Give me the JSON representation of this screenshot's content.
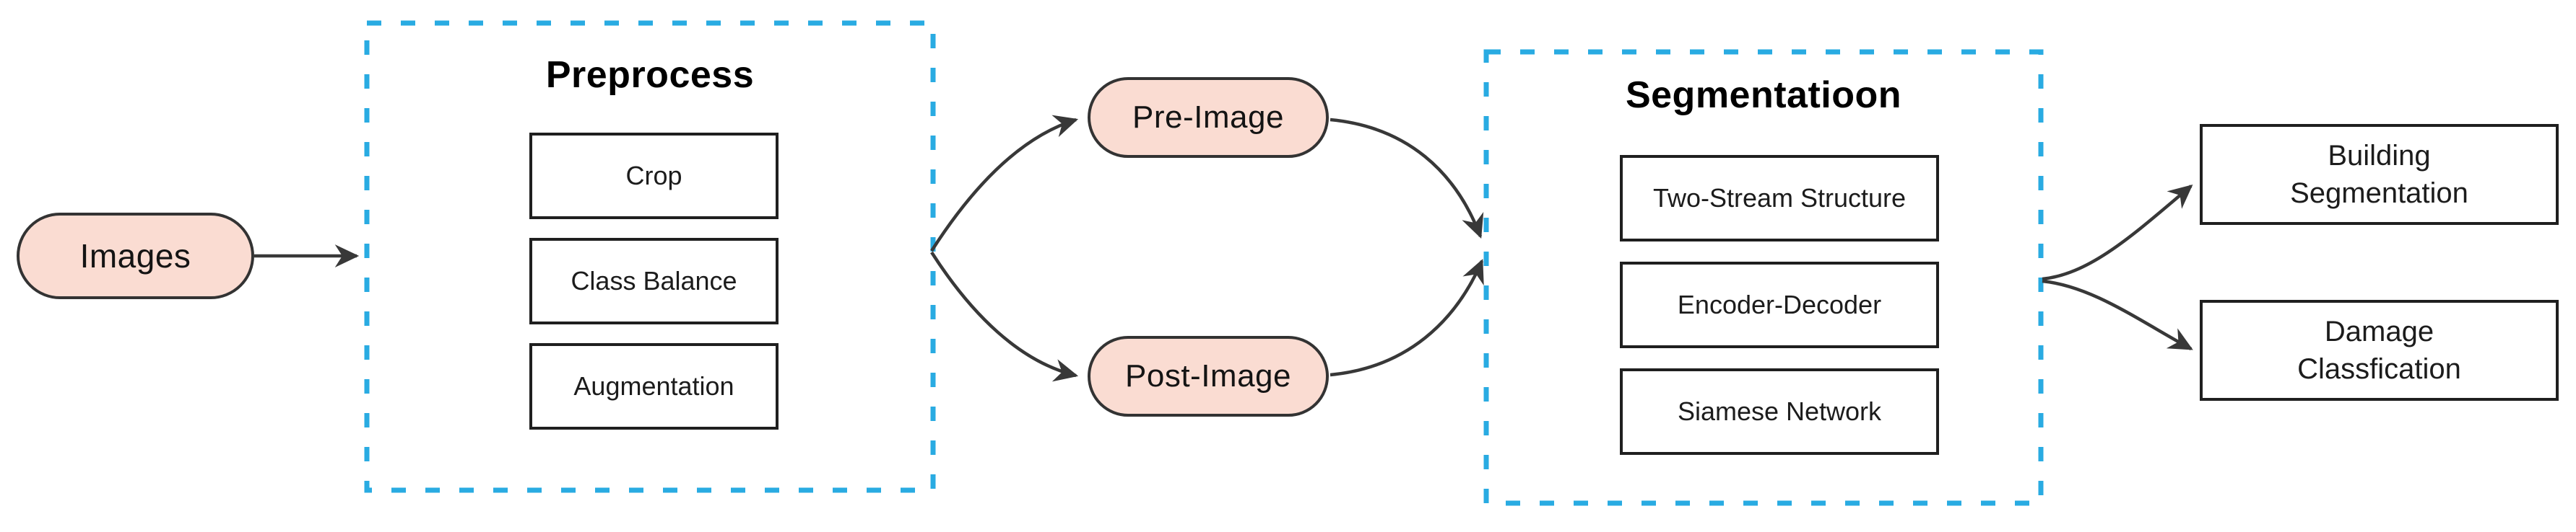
{
  "diagram": {
    "images_node": {
      "label": "Images"
    },
    "preprocess_group": {
      "title": "Preprocess",
      "items": [
        "Crop",
        "Class Balance",
        "Augmentation"
      ]
    },
    "pre_image_node": {
      "label": "Pre-Image"
    },
    "post_image_node": {
      "label": "Post-Image"
    },
    "segmentation_group": {
      "title": "Segmentatioon",
      "items": [
        "Two-Stream Structure",
        "Encoder-Decoder",
        "Siamese Network"
      ]
    },
    "output_nodes": {
      "building": "Building\nSegmentation",
      "damage": "Damage\nClassfication"
    },
    "colors": {
      "background": "#ffffff",
      "pill_fill": "#fadcd2",
      "pill_stroke": "#333333",
      "box_stroke": "#1f1f1f",
      "dashed_border": "#29abe2",
      "arrow": "#383838"
    }
  }
}
